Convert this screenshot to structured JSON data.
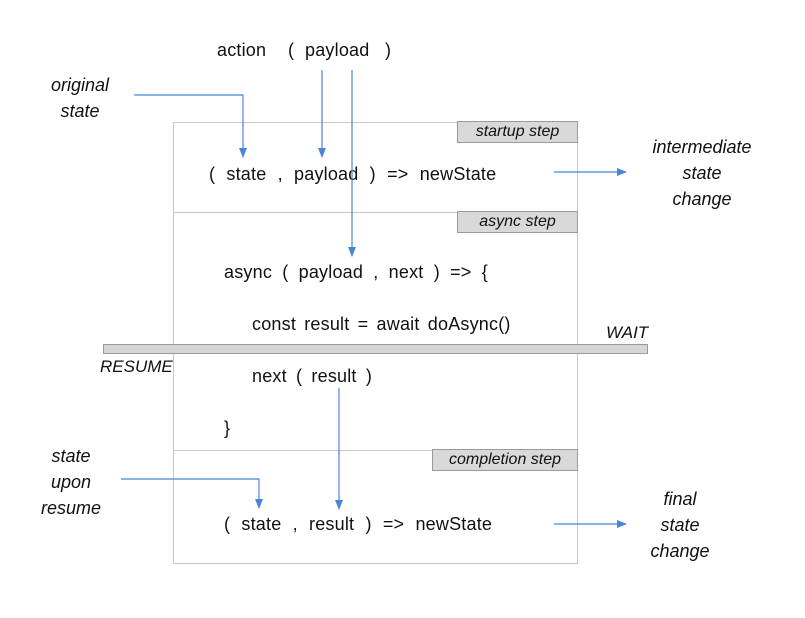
{
  "top_action": {
    "action": "action",
    "open_paren": "(",
    "payload": "payload",
    "close_paren": ")"
  },
  "notes": {
    "original_state": [
      "original",
      "state"
    ],
    "intermediate_change": [
      "intermediate",
      "state",
      "change"
    ],
    "state_upon_resume": [
      "state",
      "upon",
      "resume"
    ],
    "final_change": [
      "final",
      "state",
      "change"
    ]
  },
  "steps": {
    "startup": {
      "tag": "startup step",
      "line": "( state , payload ) => newState"
    },
    "async": {
      "tag": "async step",
      "line1": "async ( payload , next ) => {",
      "line2": "const result = await doAsync()",
      "line3": "next ( result )",
      "line4": "}"
    },
    "completion": {
      "tag": "completion step",
      "line": "( state , result ) => newState"
    }
  },
  "markers": {
    "wait": "WAIT",
    "resume": "RESUME"
  },
  "colors": {
    "arrow": "#4a86d8",
    "frame": "#c8c8c8",
    "tag_bg": "#d9d9d9"
  }
}
